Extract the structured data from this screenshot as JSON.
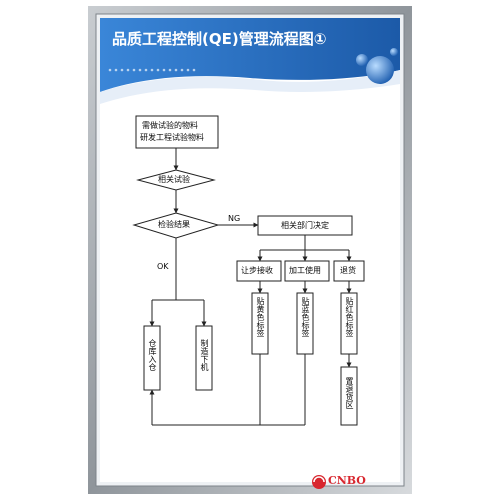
{
  "poster": {
    "title": "品质工程控制(QE)管理流程图①",
    "brand": "CNBO",
    "colors": {
      "frame_outer": "#9aa0a6",
      "banner": "#2f73c6",
      "banner_dark": "#1c4f9a",
      "title_text": "#ffffff"
    }
  },
  "flowchart": {
    "start_box": {
      "line1": "需做试验的物料",
      "line2": "研发工程试验物料"
    },
    "test_diamond": "相关试验",
    "inspect_diamond": "检验结果",
    "branch_ok": "OK",
    "branch_ng": "NG",
    "dept_box": "相关部门决定",
    "actions": [
      "让步接收",
      "加工使用",
      "退货"
    ],
    "stickers": [
      "贴黄色标签",
      "贴蓝色标签",
      "贴红色标签"
    ],
    "return_area": "置退货区",
    "ok_targets": [
      "仓库入仓",
      "制造下机"
    ]
  }
}
